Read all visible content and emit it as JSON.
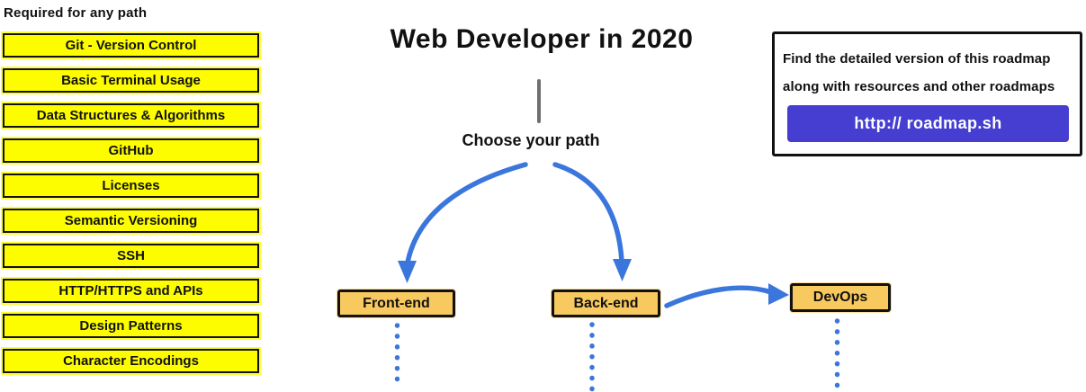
{
  "colors": {
    "prerequisite_fill": "#FDFD00",
    "node_fill": "#F8C95E",
    "arrow_blue": "#3B76DC",
    "button_purple": "#453ED1",
    "divider_gray": "#6f6f6f",
    "border_black": "#111111"
  },
  "sidebar": {
    "title": "Required for any path",
    "items": [
      "Git - Version Control",
      "Basic Terminal Usage",
      "Data Structures & Algorithms",
      "GitHub",
      "Licenses",
      "Semantic Versioning",
      "SSH",
      "HTTP/HTTPS and APIs",
      "Design Patterns",
      "Character Encodings"
    ]
  },
  "main": {
    "title": "Web Developer in 2020",
    "choose_label": "Choose your path",
    "paths": [
      {
        "label": "Front-end"
      },
      {
        "label": "Back-end"
      },
      {
        "label": "DevOps"
      }
    ]
  },
  "info_box": {
    "line1": "Find the detailed version of this roadmap",
    "line2": "along with resources and other roadmaps",
    "button_label": "http:// roadmap.sh"
  }
}
